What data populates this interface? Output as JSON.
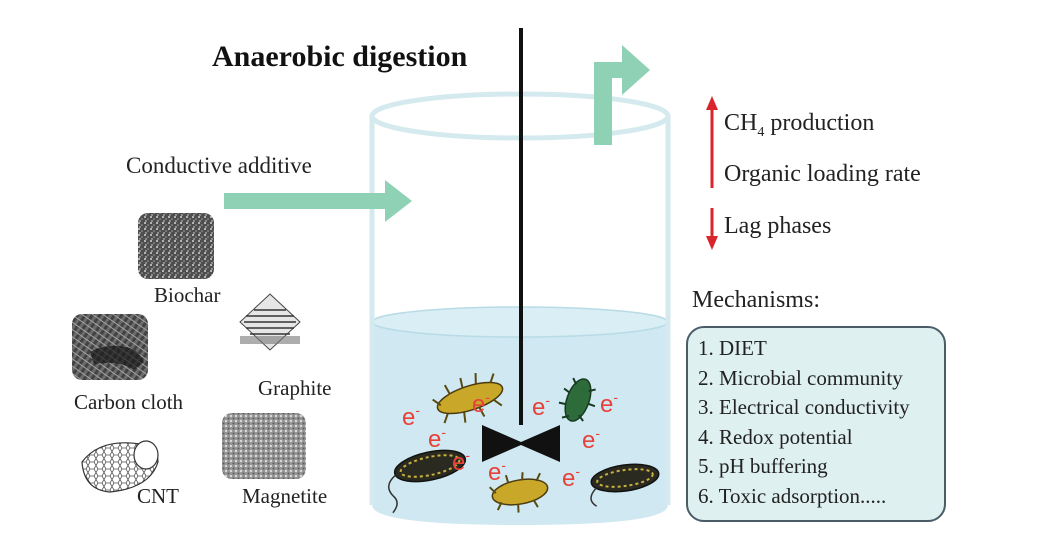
{
  "title": "Anaerobic digestion",
  "input_label": "Conductive additive",
  "additives": [
    {
      "name": "Biochar",
      "icon": "biochar-icon"
    },
    {
      "name": "Carbon cloth",
      "icon": "carbon-cloth-icon"
    },
    {
      "name": "Graphite",
      "icon": "graphite-icon"
    },
    {
      "name": "CNT",
      "icon": "cnt-icon"
    },
    {
      "name": "Magnetite",
      "icon": "magnetite-icon"
    }
  ],
  "effects": {
    "increase": [
      "production",
      "Organic loading rate"
    ],
    "ch4_prefix": "CH",
    "ch4_subscript": "4",
    "decrease": [
      "Lag phases"
    ]
  },
  "electron_label": "e",
  "electron_charge": "-",
  "mechanisms_title": "Mechanisms:",
  "mechanisms": [
    "1. DIET",
    "2. Microbial community",
    "3. Electrical conductivity",
    "4. Redox potential",
    "5. pH buffering",
    "6. Toxic adsorption....."
  ],
  "colors": {
    "arrow": "#8fd1b4",
    "increase_arrow": "#d9262c",
    "liquid": "#cfe8f1",
    "electron": "#e8413a",
    "box_fill": "#dff0f0",
    "box_border": "#4a5d66"
  }
}
